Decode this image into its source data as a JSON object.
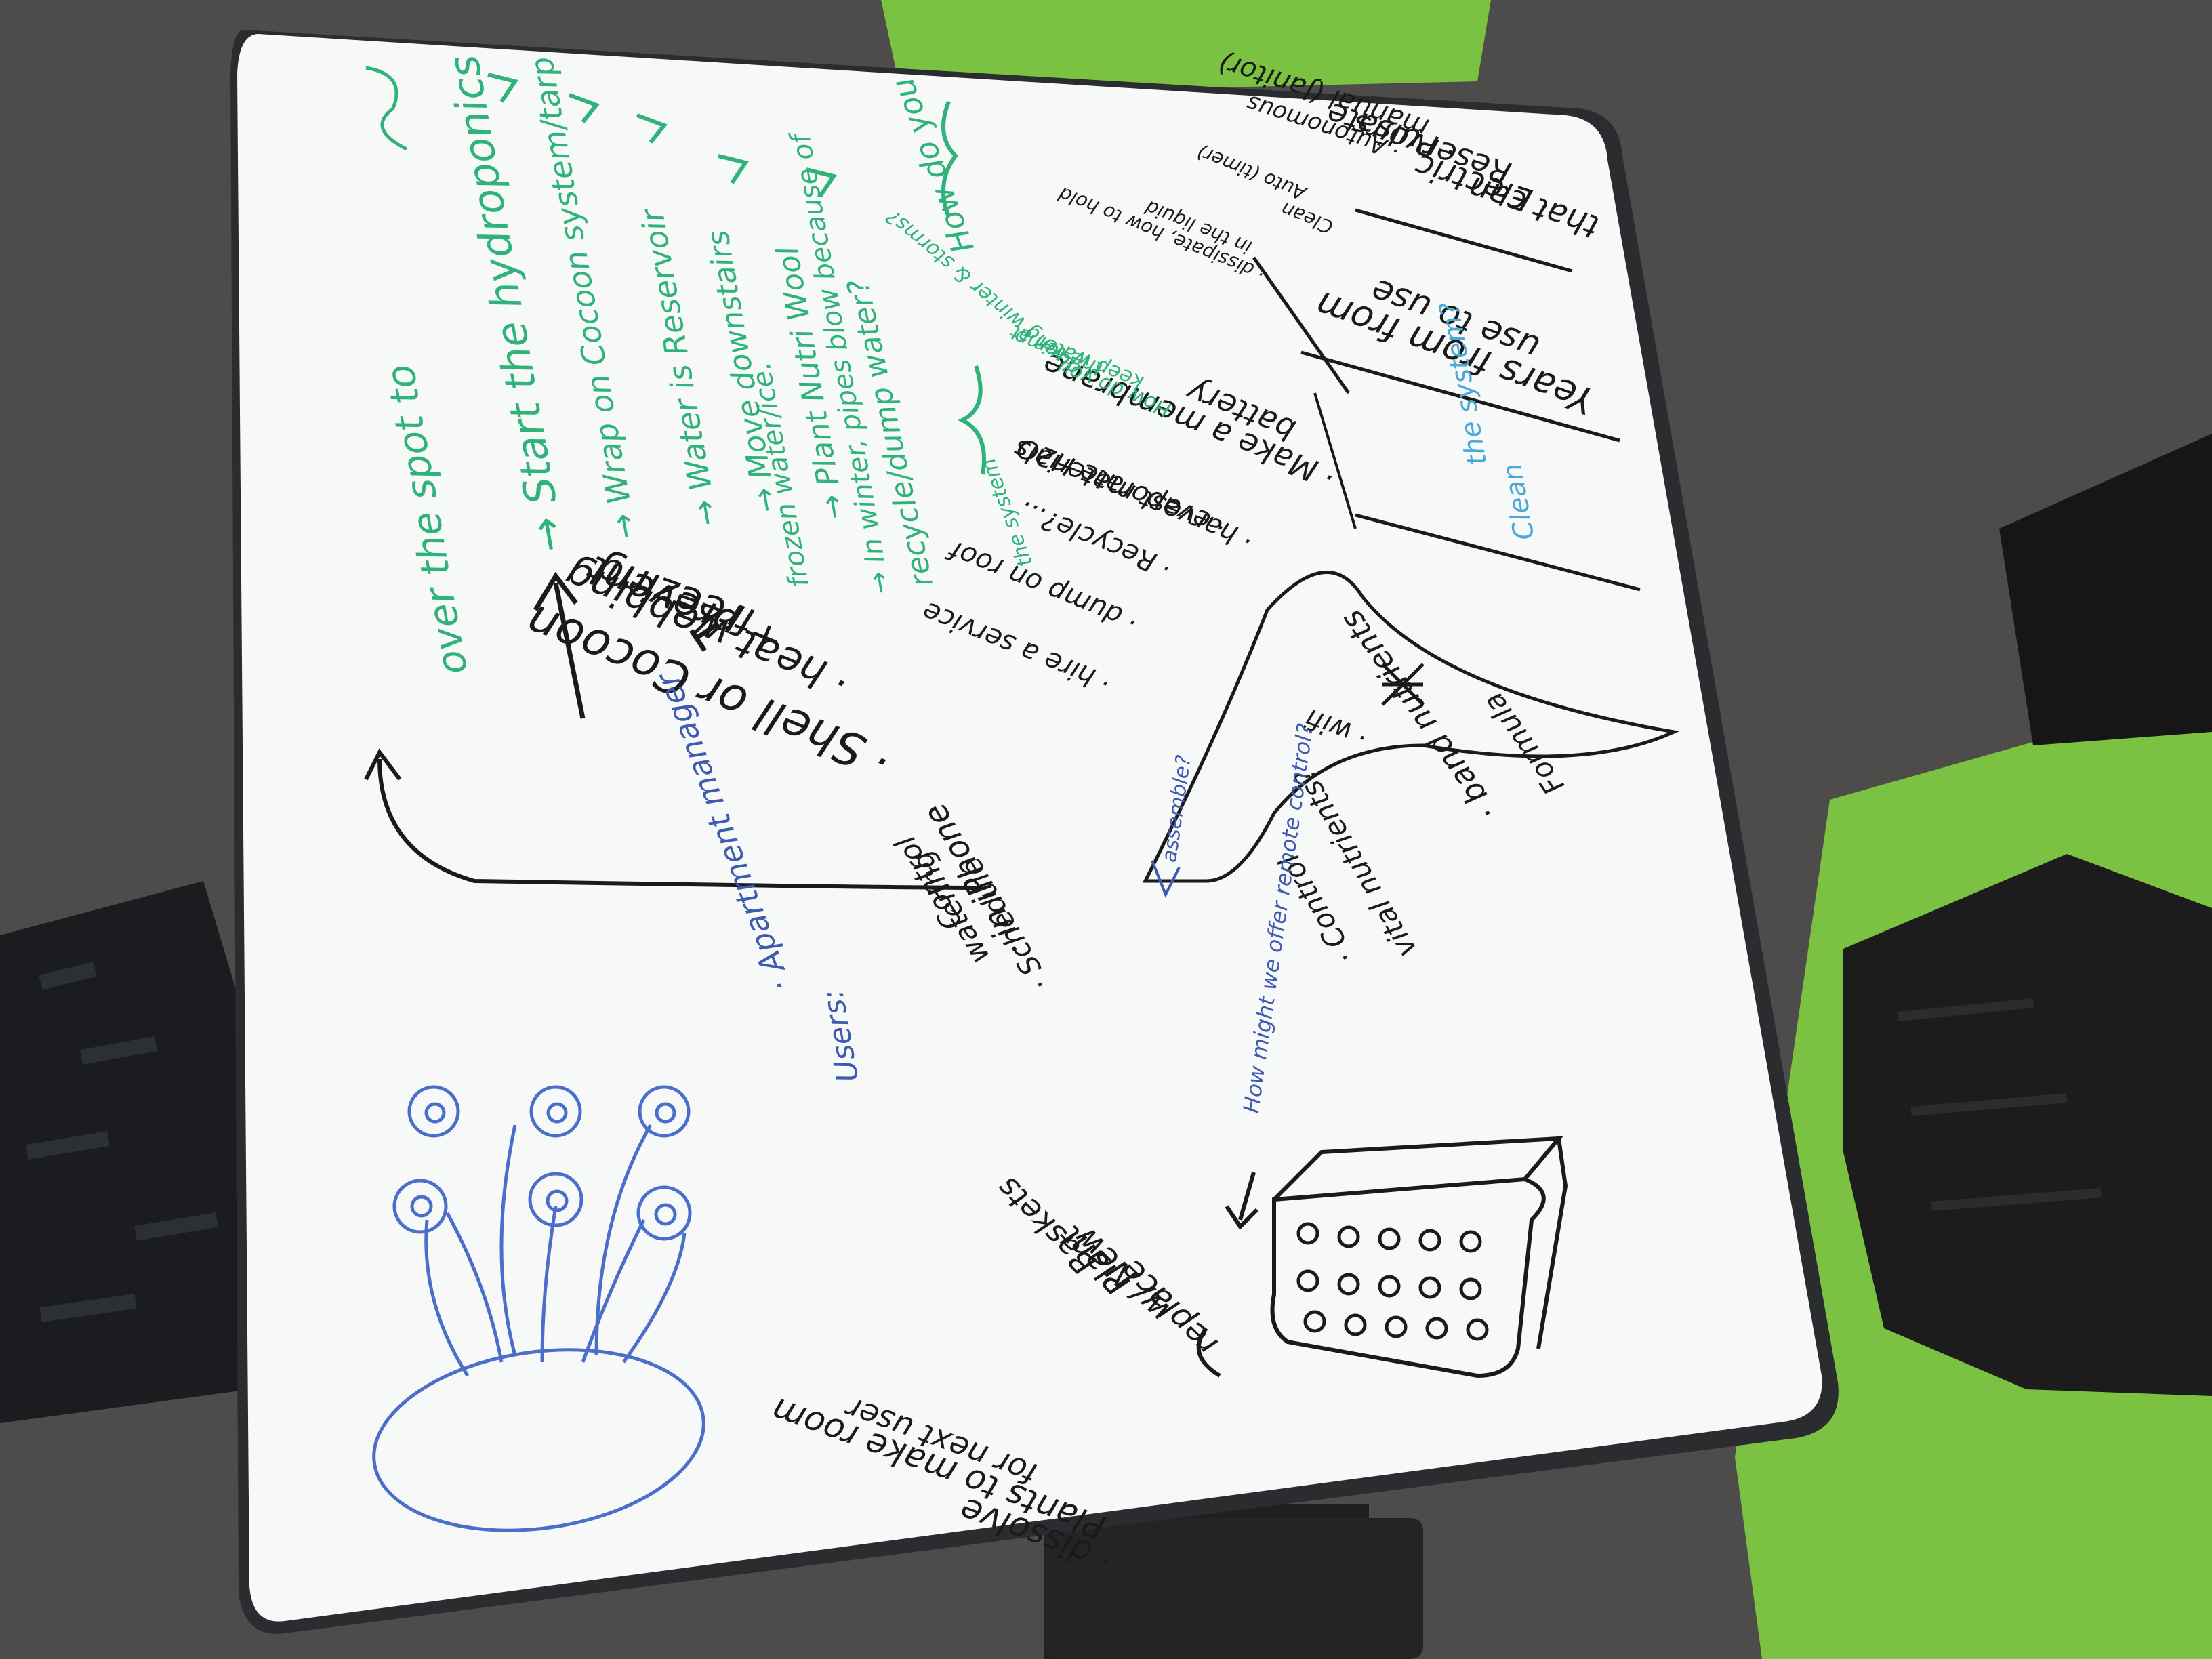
{
  "colors": {
    "floor": "#4d4c4a",
    "board": "#f7f8f8",
    "board_edge": "#2b2c30",
    "chair_green": "#7cc242",
    "ink_black": "#1a1a1a",
    "ink_green": "#2fb37a",
    "ink_blue": "#3f5bb0",
    "ink_light_blue": "#4aa8d8"
  },
  "whiteboard": {
    "black_notes": [
      "that can",
      "· Electric",
      "Reservoirs",
      "· Pulsate",
      "manual (Janitor)",
      "· Autonomous",
      "Years from from",
      "use to use",
      "· Make a membrane",
      "battery",
      "· harvest materials",
      "· evaporate H2O",
      "· Recycle?...",
      "· dump on roof",
      "· hire a service",
      "· heat webbing",
      "+ prevent",
      "freezing",
      "· Shell or Cocoon",
      "· band nutrients",
      "Formula",
      "· wifi",
      "· Control",
      "vital nutrients?",
      "· Schedule",
      "watering",
      "Control",
      "· in iPhone",
      "replace",
      "w/ New",
      "Plant",
      "Baskets",
      "· dissolve",
      "Plants to make room",
      "for next user"
    ],
    "green_notes": [
      "How do you",
      "recycle/dump water?",
      "→ In winter, pipes blow because of",
      "frozen water/ice.",
      "→ Plant Nutri Wool",
      "→ Move downstairs",
      "→ Water is Reservoir",
      "→ Wrap on Cocoon system/tarp",
      "→ Start the hydroponics",
      "over the spot to"
    ],
    "blue_notes": [
      "How might we offer remote control?",
      "assemble?",
      "Users:",
      "· Apartment manager"
    ],
    "light_blue_notes": [
      "Clean",
      "the system?"
    ],
    "small_notes": [
      "· dissipate, how to hold",
      "in the liquid",
      "Clean",
      "Auto (timer)",
      "How do you",
      "keep water at",
      "the temp",
      "during winter & storms?",
      "the system"
    ]
  }
}
